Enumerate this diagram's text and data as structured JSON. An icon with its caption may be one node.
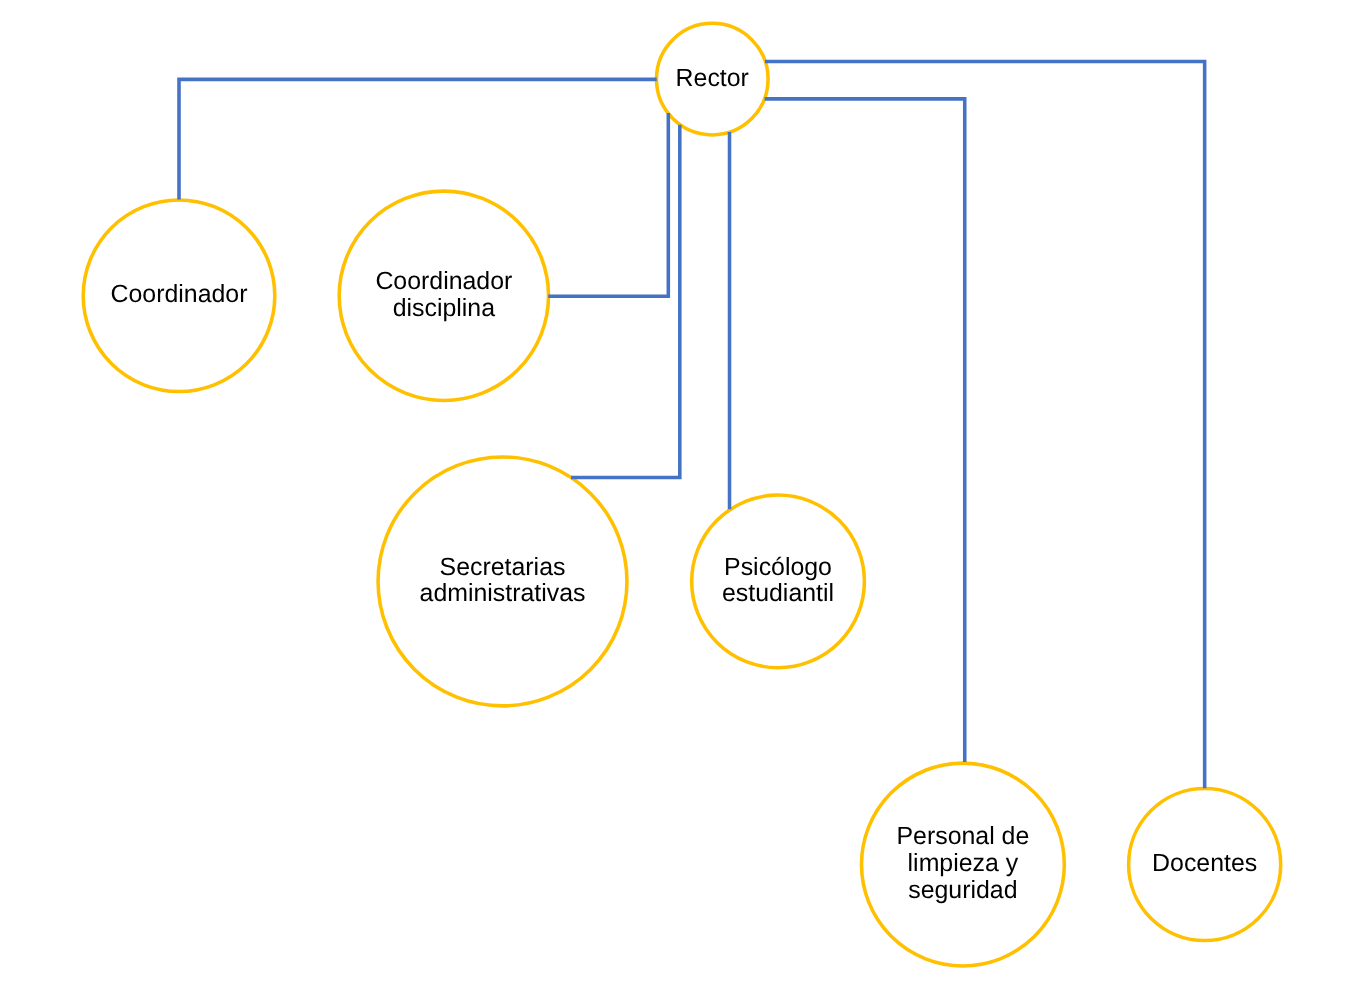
{
  "diagram": {
    "nodes": [
      {
        "text": [
          "Rector"
        ]
      },
      {
        "text": [
          "Coordinador"
        ]
      },
      {
        "text": [
          "Coordinador disciplina"
        ]
      },
      {
        "text": [
          "Secretarias administrativas"
        ]
      },
      {
        "text": [
          "Psicólogo estudiantil"
        ]
      },
      {
        "text": [
          "Personal de limpieza y seguridad"
        ]
      },
      {
        "text": [
          "Docentes"
        ]
      }
    ],
    "edges": [
      {
        "from": 0,
        "to": 1,
        "arrow": "none"
      },
      {
        "from": 0,
        "to": 2,
        "arrow": "none"
      },
      {
        "from": 0,
        "to": 3,
        "arrow": "none"
      },
      {
        "from": 0,
        "to": 4,
        "arrow": "none"
      },
      {
        "from": 0,
        "to": 5,
        "arrow": "none"
      },
      {
        "from": 0,
        "to": 6,
        "arrow": "none"
      }
    ]
  }
}
